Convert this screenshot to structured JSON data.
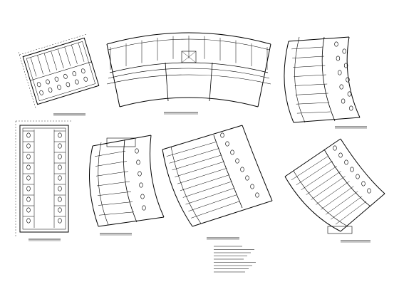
{
  "drawing": {
    "ink_color": "#000000",
    "background_color": "#ffffff",
    "plans": [
      {
        "kind": "rotated-rect",
        "caption": "",
        "scale": "",
        "fixtures": 12,
        "cubicles": 8
      },
      {
        "kind": "arc-wide",
        "caption": "",
        "scale": "",
        "fixtures": 6,
        "cubicles": 10
      },
      {
        "kind": "arc-right",
        "caption": "",
        "scale": "",
        "fixtures": 10,
        "cubicles": 9
      },
      {
        "kind": "tall-rect",
        "caption": "",
        "scale": "",
        "fixtures": 18,
        "cubicles": 0
      },
      {
        "kind": "arc-small",
        "caption": "",
        "scale": "",
        "fixtures": 6,
        "cubicles": 8
      },
      {
        "kind": "arc-center",
        "caption": "",
        "scale": "",
        "fixtures": 8,
        "cubicles": 11
      },
      {
        "kind": "arc-lower",
        "caption": "",
        "scale": "",
        "fixtures": 7,
        "cubicles": 11
      }
    ],
    "notes_lines": 9
  }
}
